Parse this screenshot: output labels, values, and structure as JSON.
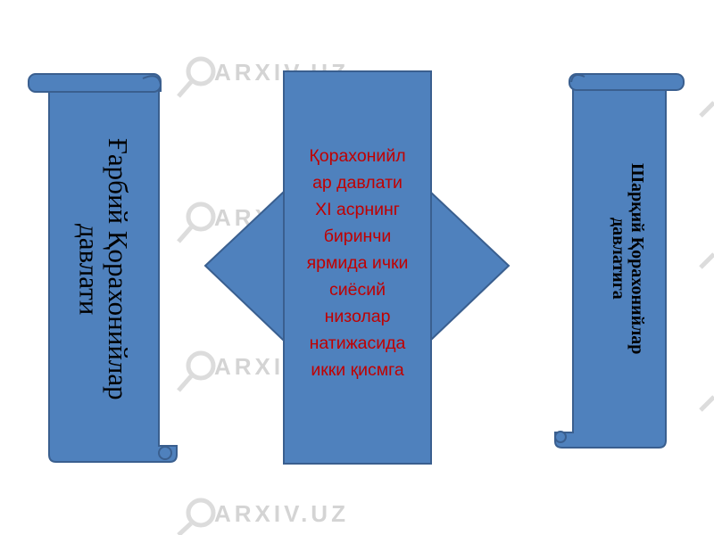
{
  "colors": {
    "fill": "#4f81bd",
    "stroke": "#3a5f8f",
    "center_text": "#c00000",
    "watermark": "#d4d4d4"
  },
  "watermark": {
    "text": "ARXIV.UZ",
    "icon": "magnifier-icon"
  },
  "left_scroll": {
    "line1": "Ғарбий Қорахонийлар",
    "line2": "давлати"
  },
  "center_box": {
    "lines": [
      "Қорахонийл",
      "ар давлати",
      "XI асрнинг",
      "биринчи",
      "ярмида ички",
      "сиёсий",
      "низолар",
      "натижасида",
      "икки қисмга"
    ]
  },
  "right_scroll": {
    "line1": "Шарқий Қорахонийлар",
    "line2": "давлатига"
  }
}
